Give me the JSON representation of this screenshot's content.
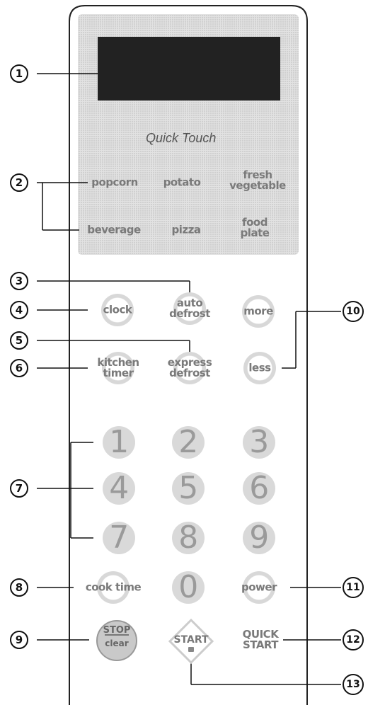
{
  "header": {
    "label": "Quick Touch"
  },
  "quick_touch": {
    "popcorn": "popcorn",
    "potato": "potato",
    "fresh_vegetable": "fresh\nvegetable",
    "beverage": "beverage",
    "pizza": "pizza",
    "food_plate": "food\nplate"
  },
  "function_keys": {
    "clock": "clock",
    "auto_defrost": "auto\ndefrost",
    "more": "more",
    "kitchen_timer": "kitchen\ntimer",
    "express_defrost": "express\ndefrost",
    "less": "less",
    "cook_time": "cook time",
    "power": "power",
    "stop_clear_top": "STOP",
    "stop_clear_bottom": "clear",
    "start": "START",
    "quick_start": "QUICK\nSTART"
  },
  "keypad": {
    "keys": [
      "1",
      "2",
      "3",
      "4",
      "5",
      "6",
      "7",
      "8",
      "9",
      "0"
    ]
  },
  "callouts": [
    "1",
    "2",
    "3",
    "4",
    "5",
    "6",
    "7",
    "8",
    "9",
    "10",
    "11",
    "12",
    "13"
  ]
}
